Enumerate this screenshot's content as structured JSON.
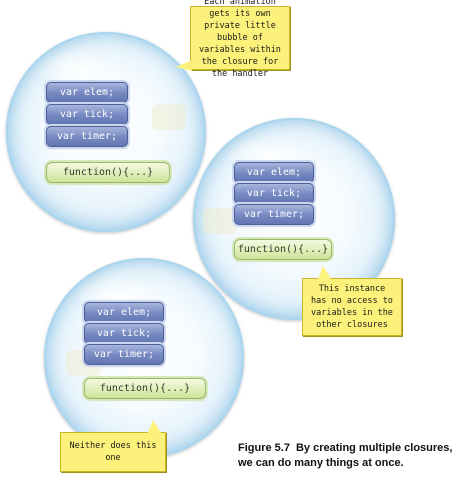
{
  "bubbles": [
    {
      "vars": [
        "var elem;",
        "var tick;",
        "var timer;"
      ],
      "function": "function(){...}"
    },
    {
      "vars": [
        "var elem;",
        "var tick;",
        "var timer;"
      ],
      "function": "function(){...}"
    },
    {
      "vars": [
        "var elem;",
        "var tick;",
        "var timer;"
      ],
      "function": "function(){...}"
    }
  ],
  "notes": {
    "top": "Each animation gets its own private little bubble of variables within the closure for the handler",
    "middle": "This instance has no access to variables in the other closures",
    "bottom": "Neither does this one"
  },
  "caption": {
    "number": "Figure 5.7",
    "text": "By creating multiple closures, we can do many things at once."
  },
  "colors": {
    "note_fill": "#fcf17a",
    "var_box": "#7588c0",
    "function_box": "#dfeeb8",
    "bubble_edge": "#7fc0e8"
  }
}
